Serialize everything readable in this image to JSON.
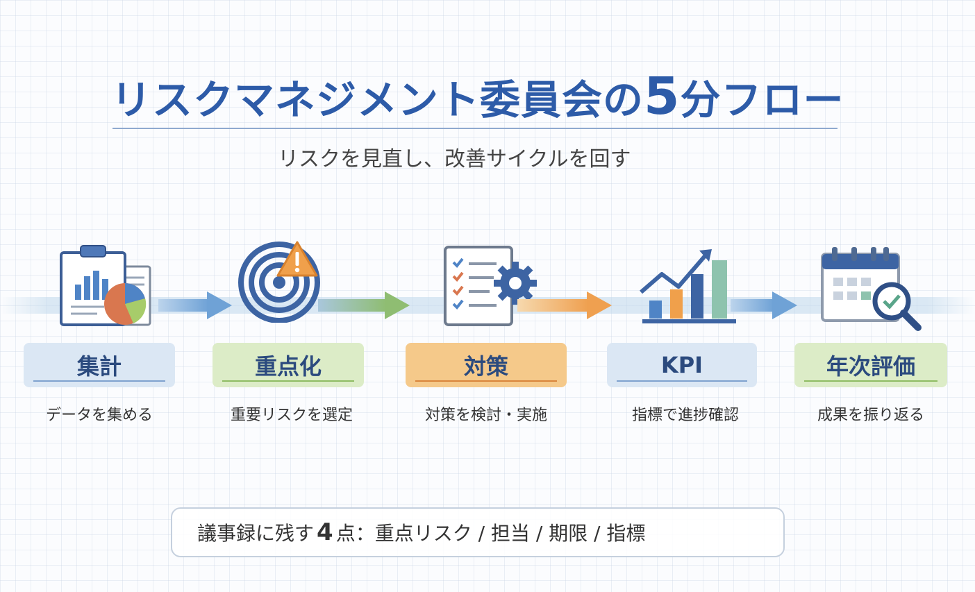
{
  "title": {
    "before": "リスクマネジメント委員会の",
    "number": "5",
    "after": "分フロー"
  },
  "subtitle": "リスクを見直し、改善サイクルを回す",
  "steps": [
    {
      "label": "集計",
      "description": "データを集める",
      "icon": "clipboard-chart-icon"
    },
    {
      "label": "重点化",
      "description": "重要リスクを選定",
      "icon": "target-warning-icon"
    },
    {
      "label": "対策",
      "description": "対策を検討・実施",
      "icon": "checklist-gear-icon"
    },
    {
      "label": "KPI",
      "description": "指標で進捗確認",
      "icon": "growth-chart-icon"
    },
    {
      "label": "年次評価",
      "description": "成果を振り返る",
      "icon": "calendar-search-icon"
    }
  ],
  "note": {
    "prefix": "議事録に残す",
    "number": "4",
    "suffix": "点：重点リスク / 担当 / 期限 / 指標"
  },
  "colors": {
    "title": "#2d5ba8",
    "blue": "#dbe7f4",
    "green": "#dcecc7",
    "orange": "#f5c98a"
  }
}
